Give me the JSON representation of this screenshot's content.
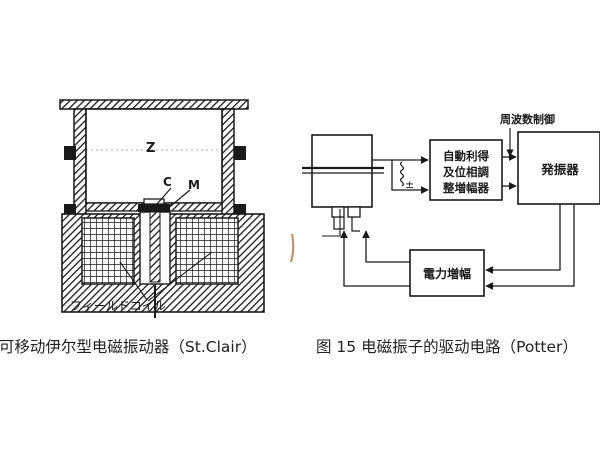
{
  "left_figure": {
    "label_z": "Z",
    "label_c": "C",
    "label_m": "M",
    "coil_label": "フィールドコイル",
    "caption": ".可移动伊尔型电磁振动器（St.Clair）"
  },
  "right_figure": {
    "frequency_control": "周波数制御",
    "amp_line1": "自動利得",
    "amp_line2": "及位相調",
    "amp_line3": "整増幅器",
    "oscillator": "発振器",
    "power_amp": "電力増幅",
    "plus_minus": "±",
    "caption": "图 15 电磁振子的驱动电路（Potter）"
  }
}
